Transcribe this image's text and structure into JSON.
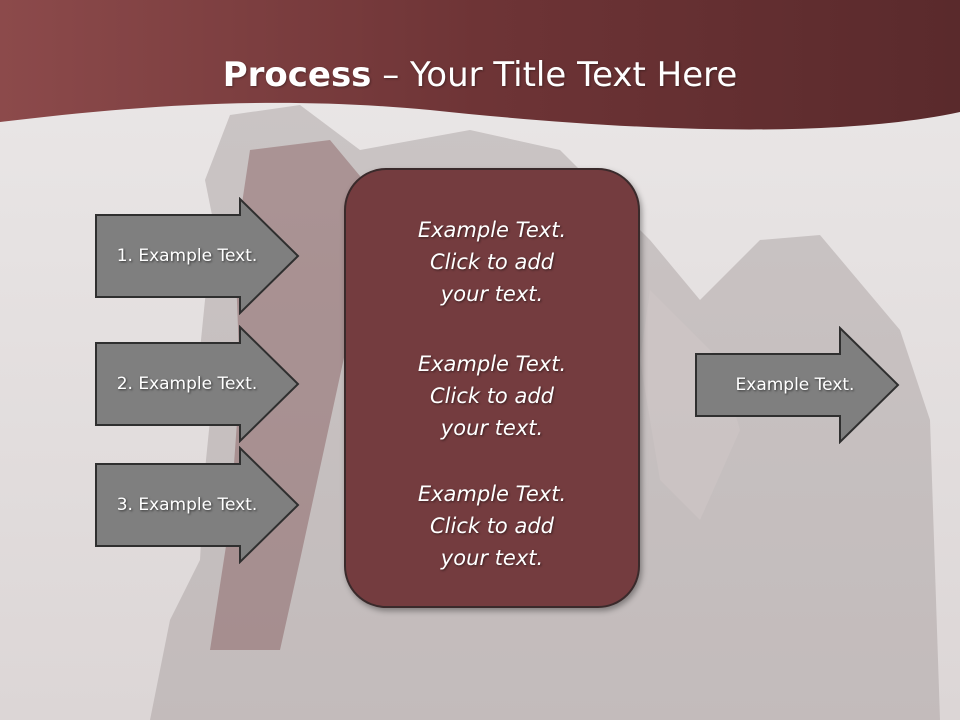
{
  "slide": {
    "title_bold": "Process",
    "title_rest": " – Your Title Text Here"
  },
  "left_arrows": [
    {
      "label": "1. Example Text."
    },
    {
      "label": "2. Example Text."
    },
    {
      "label": "3. Example Text."
    }
  ],
  "center_box": {
    "blocks": [
      {
        "line1": "Example Text.",
        "line2": "Click  to add",
        "line3": "your text."
      },
      {
        "line1": "Example Text.",
        "line2": "Click  to add",
        "line3": "your text."
      },
      {
        "line1": "Example Text.",
        "line2": "Click  to add",
        "line3": "your text."
      }
    ]
  },
  "right_arrow": {
    "label": "Example Text."
  },
  "colors": {
    "banner": "#7a3a3d",
    "center_box": "#743c3f",
    "arrow_fill": "#7f7f7f",
    "arrow_border": "#2f2f2f",
    "background": "#e6e2e2"
  }
}
